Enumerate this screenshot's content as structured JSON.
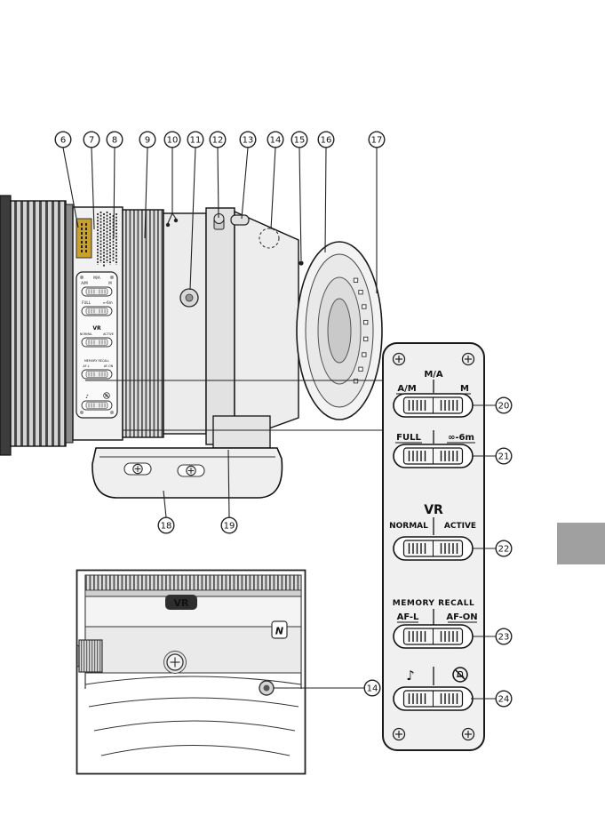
{
  "figure": {
    "kind": "telephoto-lens parts diagram with magnified control panel and detail inset"
  },
  "callouts": {
    "top": [
      "6",
      "7",
      "8",
      "9",
      "10",
      "11",
      "12",
      "13",
      "14",
      "15",
      "16",
      "17"
    ],
    "bottom": [
      "18",
      "19"
    ],
    "panel": [
      "20",
      "21",
      "22",
      "23",
      "24"
    ],
    "inset": [
      "14"
    ]
  },
  "control_panel": {
    "focus_mode": {
      "top": "M/A",
      "left": "A/M",
      "right": "M"
    },
    "focus_limit": {
      "left": "FULL",
      "right": "∞-6m"
    },
    "vibration_reduction": {
      "title": "VR",
      "left": "NORMAL",
      "right": "ACTIVE"
    },
    "memory_recall": {
      "title": "MEMORY RECALL",
      "left": "AF-L",
      "right": "AF-ON"
    },
    "beep": {
      "on_glyph": "♪"
    }
  },
  "inset": {
    "vr_badge": "VR",
    "n_badge": "N"
  },
  "colors": {
    "ink": "#1a1a1a",
    "panel_fill": "#f0f0f0",
    "page_tab": "#a0a0a0",
    "badge_gold": "#c8a02e"
  }
}
